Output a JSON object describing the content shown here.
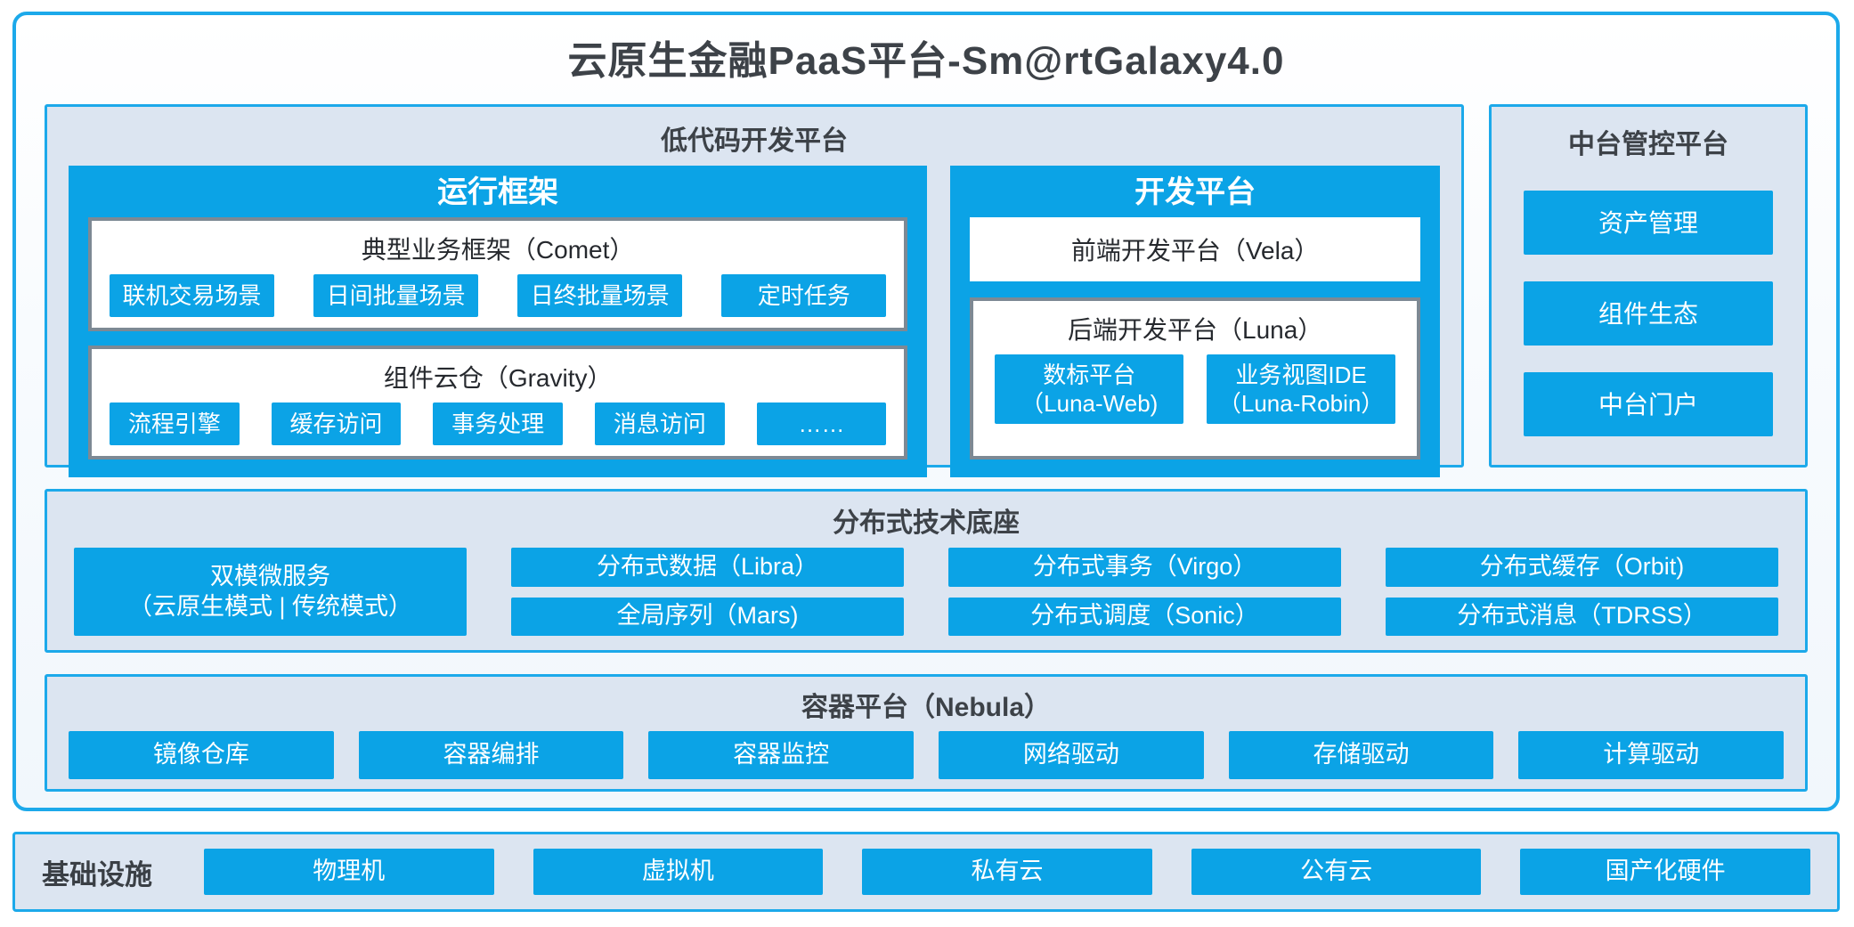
{
  "page": {
    "title": "云原生金融PaaS平台-Sm@rtGalaxy4.0"
  },
  "colors": {
    "primary_blue": "#0ba3e6",
    "section_border_cyan": "#1ca9ea",
    "section_background": "#dce5f1",
    "dark_text": "#3d4248",
    "inner_box_border_gray": "#7d8994",
    "chip_text": "#ffffff"
  },
  "lowcode": {
    "title": "低代码开发平台",
    "runtime": {
      "title": "运行框架",
      "comet": {
        "title": "典型业务框架（Comet）",
        "buttons": [
          "联机交易场景",
          "日间批量场景",
          "日终批量场景",
          "定时任务"
        ]
      },
      "gravity": {
        "title": "组件云仓（Gravity）",
        "buttons": [
          "流程引擎",
          "缓存访问",
          "事务处理",
          "消息访问",
          "……"
        ]
      }
    },
    "dev": {
      "title": "开发平台",
      "vela": "前端开发平台（Vela）",
      "luna": {
        "title": "后端开发平台（Luna）",
        "buttons": [
          "数标平台\n（Luna-Web)",
          "业务视图IDE\n（Luna-Robin）"
        ]
      }
    }
  },
  "midplatform": {
    "title": "中台管控平台",
    "buttons": [
      "资产管理",
      "组件生态",
      "中台门户"
    ]
  },
  "distributed": {
    "title": "分布式技术底座",
    "dual_mode": "双模微服务\n（云原生模式 | 传统模式）",
    "grid": [
      [
        "分布式数据（Libra）",
        "全局序列（Mars)"
      ],
      [
        "分布式事务（Virgo）",
        "分布式调度（Sonic）"
      ],
      [
        "分布式缓存（Orbit)",
        "分布式消息（TDRSS）"
      ]
    ]
  },
  "container_platform": {
    "title": "容器平台（Nebula）",
    "buttons": [
      "镜像仓库",
      "容器编排",
      "容器监控",
      "网络驱动",
      "存储驱动",
      "计算驱动"
    ]
  },
  "infrastructure": {
    "title": "基础设施",
    "buttons": [
      "物理机",
      "虚拟机",
      "私有云",
      "公有云",
      "国产化硬件"
    ]
  }
}
